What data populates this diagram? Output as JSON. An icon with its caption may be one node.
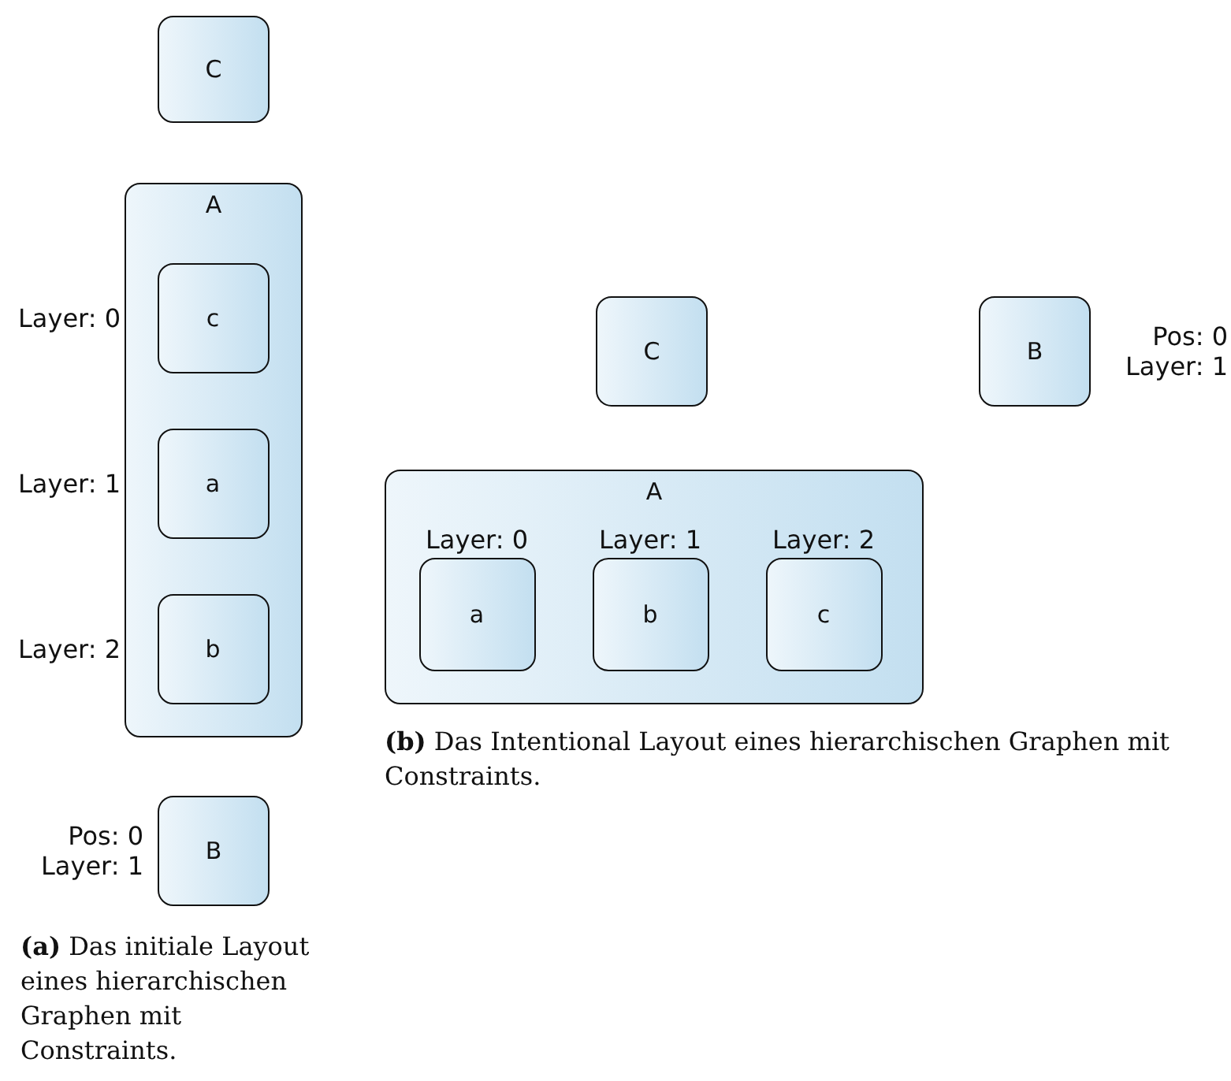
{
  "diagram": {
    "nodes": [
      {
        "text": [
          "C"
        ]
      },
      {
        "text": [
          "A"
        ]
      },
      {
        "text": [
          "c"
        ],
        "in": 1,
        "beside": [
          "Layer: 0"
        ]
      },
      {
        "text": [
          "a"
        ],
        "in": 1,
        "beside": [
          "Layer: 1"
        ]
      },
      {
        "text": [
          "b"
        ],
        "in": 1,
        "beside": [
          "Layer: 2"
        ]
      },
      {
        "text": [
          "B"
        ],
        "beside": [
          "Pos: 0 Layer: 1"
        ]
      },
      {
        "text": [
          "C"
        ]
      },
      {
        "text": [
          "B"
        ],
        "beside": [
          "Pos: 0 Layer: 1"
        ]
      },
      {
        "text": [
          "A"
        ]
      },
      {
        "text": [
          "a"
        ],
        "in": 8,
        "beside": [
          "Layer: 0"
        ]
      },
      {
        "text": [
          "b"
        ],
        "in": 8,
        "beside": [
          "Layer: 1"
        ]
      },
      {
        "text": [
          "c"
        ],
        "in": 8,
        "beside": [
          "Layer: 2"
        ]
      }
    ],
    "edges": [],
    "labels": [
      "**(a)** Das initiale Layout eines hierarchischen Graphen mit Constraints.",
      "**(b)** Das Intentional Layout eines hierarchischen Graphen mit Constraints."
    ]
  }
}
